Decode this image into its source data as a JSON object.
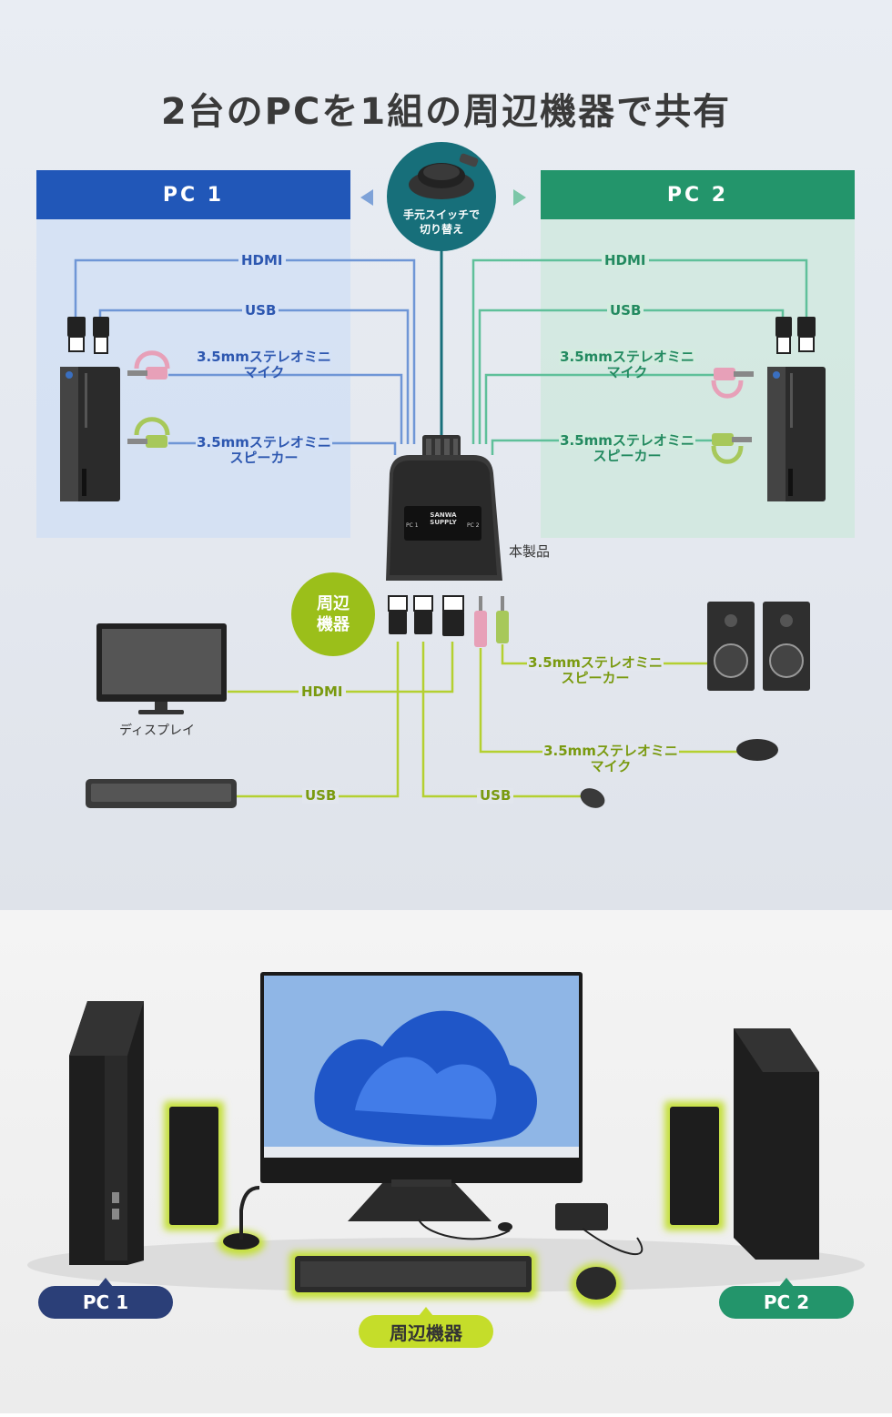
{
  "title": "2台のPCを1組の周辺機器で共有",
  "pc1": {
    "header": "PC 1",
    "hdmi": "HDMI",
    "usb": "USB",
    "mic_line1": "3.5mmステレオミニ",
    "mic_line2": "マイク",
    "spk_line1": "3.5mmステレオミニ",
    "spk_line2": "スピーカー"
  },
  "pc2": {
    "header": "PC 2",
    "hdmi": "HDMI",
    "usb": "USB",
    "mic_line1": "3.5mmステレオミニ",
    "mic_line2": "マイク",
    "spk_line1": "3.5mmステレオミニ",
    "spk_line2": "スピーカー"
  },
  "switch": {
    "line1": "手元スイッチで",
    "line2": "切り替え"
  },
  "device": {
    "label": "本製品",
    "brand_line1": "SANWA",
    "brand_line2": "SUPPLY",
    "port1": "PC 1",
    "port2": "PC 2"
  },
  "peripherals": {
    "circle_line1": "周辺",
    "circle_line2": "機器",
    "display_label": "ディスプレイ",
    "hdmi": "HDMI",
    "keyboard_usb": "USB",
    "mouse_usb": "USB",
    "spk_line1": "3.5mmステレオミニ",
    "spk_line2": "スピーカー",
    "mic_line1": "3.5mmステレオミニ",
    "mic_line2": "マイク"
  },
  "photo_labels": {
    "pc1": "PC 1",
    "pc2": "PC 2",
    "peripherals": "周辺機器"
  },
  "colors": {
    "pc1": "#2157b8",
    "pc2": "#23956b",
    "peripherals": "#9bbf1a",
    "switch": "#176f7a"
  }
}
